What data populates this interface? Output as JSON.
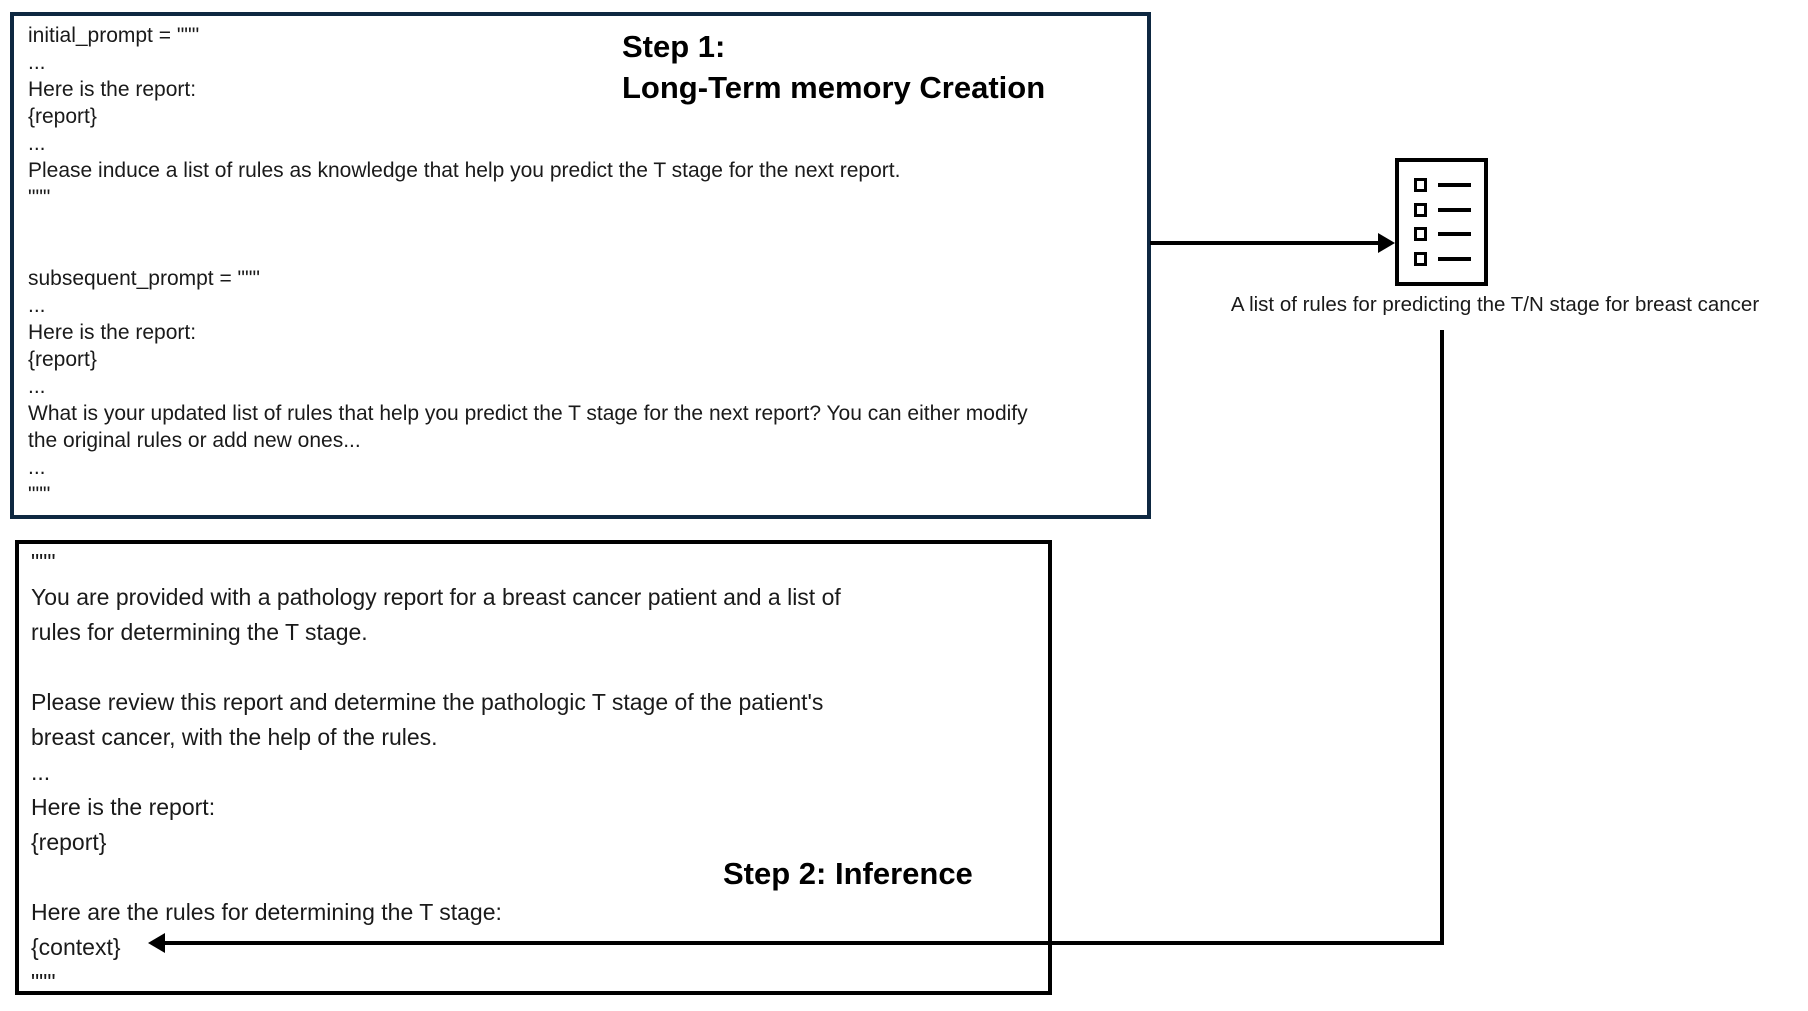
{
  "step1": {
    "title": "Step 1:\nLong-Term memory Creation",
    "prompt_code": "initial_prompt = \"\"\"\n...\nHere is the report:\n{report}\n...\nPlease induce a list of rules as knowledge that help you predict the T stage for the next report.\n\"\"\"\n\n\nsubsequent_prompt = \"\"\"\n...\nHere is the report:\n{report}\n...\nWhat is your updated list of rules that help you predict the T stage for the next report? You can either modify\nthe original rules or add new ones...\n...\n\"\"\""
  },
  "memory": {
    "icon": "checklist-icon",
    "caption": "A list of rules for predicting the T/N stage for breast cancer"
  },
  "step2": {
    "title": "Step 2: Inference",
    "prompt_code": "\"\"\"\nYou are provided with a pathology report for a breast cancer patient and a list of\nrules for determining the T stage.\n\nPlease review this report and determine the pathologic T stage of the patient's\nbreast cancer, with the help of the rules.\n...\nHere is the report:\n{report}\n\nHere are the rules for determining the T stage:\n{context}\n\"\"\""
  },
  "colors": {
    "step1_box_border": "#0e2841",
    "step2_box_border": "#000000",
    "arrow": "#000000",
    "text": "#1a1a1a"
  }
}
